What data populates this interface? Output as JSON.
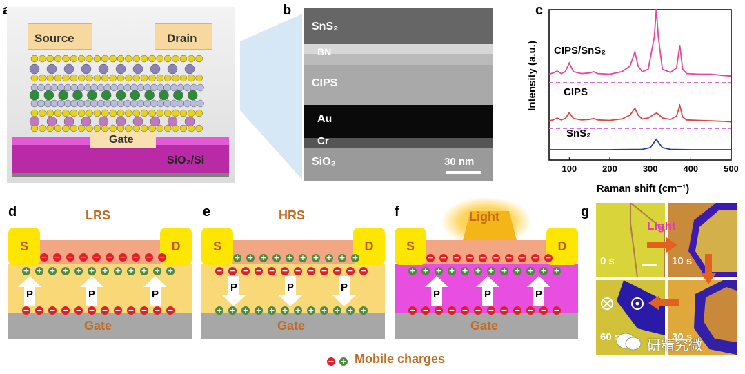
{
  "panels": {
    "a": {
      "label": "a",
      "source": "Source",
      "drain": "Drain",
      "gate": "Gate",
      "substrate": "SiO₂/Si"
    },
    "b": {
      "label": "b",
      "layers": [
        "SnS₂",
        "BN",
        "CIPS",
        "Au",
        "Cr",
        "SiO₂"
      ],
      "scalebar": "30 nm"
    },
    "c": {
      "label": "c"
    },
    "d": {
      "label": "d",
      "state": "LRS",
      "s": "S",
      "d": "D",
      "p": "P",
      "gate": "Gate"
    },
    "e": {
      "label": "e",
      "state": "HRS",
      "s": "S",
      "d": "D",
      "p": "P",
      "gate": "Gate"
    },
    "f": {
      "label": "f",
      "light": "Light",
      "s": "S",
      "d": "D",
      "p": "P",
      "gate": "Gate"
    },
    "g": {
      "label": "g",
      "light": "Light",
      "times": [
        "0 s",
        "10 s",
        "60 s",
        "30 s"
      ]
    }
  },
  "legend": {
    "mobile_charges": "Mobile charges"
  },
  "watermark": "研精究微",
  "colors": {
    "lrs": "#f3a683",
    "hrs": "#f3a683",
    "cips_normal": "#f9d877",
    "cips_light": "#e84ee0",
    "gate": "#a7a7a7",
    "neg": "#e21f26",
    "pos": "#4e8a3e"
  },
  "chart_data": {
    "type": "line",
    "title": "",
    "xlabel": "Raman shift (cm⁻¹)",
    "ylabel": "Intensity (a.u.)",
    "xlim": [
      50,
      500
    ],
    "xticks": [
      100,
      200,
      300,
      400,
      500
    ],
    "series": [
      {
        "name": "CIPS/SnS₂",
        "color": "#e8459a",
        "x": [
          50,
          60,
          70,
          80,
          90,
          100,
          110,
          130,
          150,
          160,
          170,
          200,
          230,
          250,
          262,
          270,
          280,
          295,
          310,
          315,
          320,
          330,
          350,
          365,
          373,
          380,
          390,
          420,
          450,
          480,
          500
        ],
        "y": [
          0.5,
          0.7,
          1.0,
          0.6,
          0.9,
          2.3,
          0.9,
          0.6,
          0.7,
          0.9,
          0.6,
          0.5,
          0.9,
          1.8,
          4.1,
          1.8,
          0.9,
          1.3,
          6.5,
          11.0,
          6.5,
          1.3,
          0.8,
          1.5,
          5.2,
          1.3,
          0.6,
          0.5,
          0.5,
          0.3,
          0.2
        ]
      },
      {
        "name": "CIPS",
        "color": "#e04545",
        "x": [
          50,
          60,
          70,
          80,
          90,
          100,
          110,
          130,
          150,
          160,
          170,
          200,
          230,
          250,
          262,
          270,
          280,
          295,
          310,
          315,
          320,
          330,
          350,
          365,
          373,
          380,
          390,
          420,
          450,
          480,
          500
        ],
        "y": [
          0.4,
          0.6,
          1.0,
          0.6,
          0.9,
          2.1,
          0.9,
          0.6,
          0.7,
          0.9,
          0.6,
          0.5,
          0.8,
          1.6,
          3.0,
          1.6,
          0.8,
          1.0,
          1.8,
          2.0,
          1.8,
          1.0,
          0.7,
          1.4,
          3.6,
          1.2,
          0.6,
          0.5,
          0.4,
          0.3,
          0.2
        ]
      },
      {
        "name": "SnS₂",
        "color": "#1f3c9b",
        "x": [
          50,
          100,
          200,
          280,
          300,
          310,
          315,
          320,
          330,
          350,
          400,
          500
        ],
        "y": [
          0.1,
          0.1,
          0.1,
          0.15,
          0.4,
          1.2,
          1.6,
          1.2,
          0.4,
          0.15,
          0.1,
          0.1
        ]
      }
    ]
  }
}
